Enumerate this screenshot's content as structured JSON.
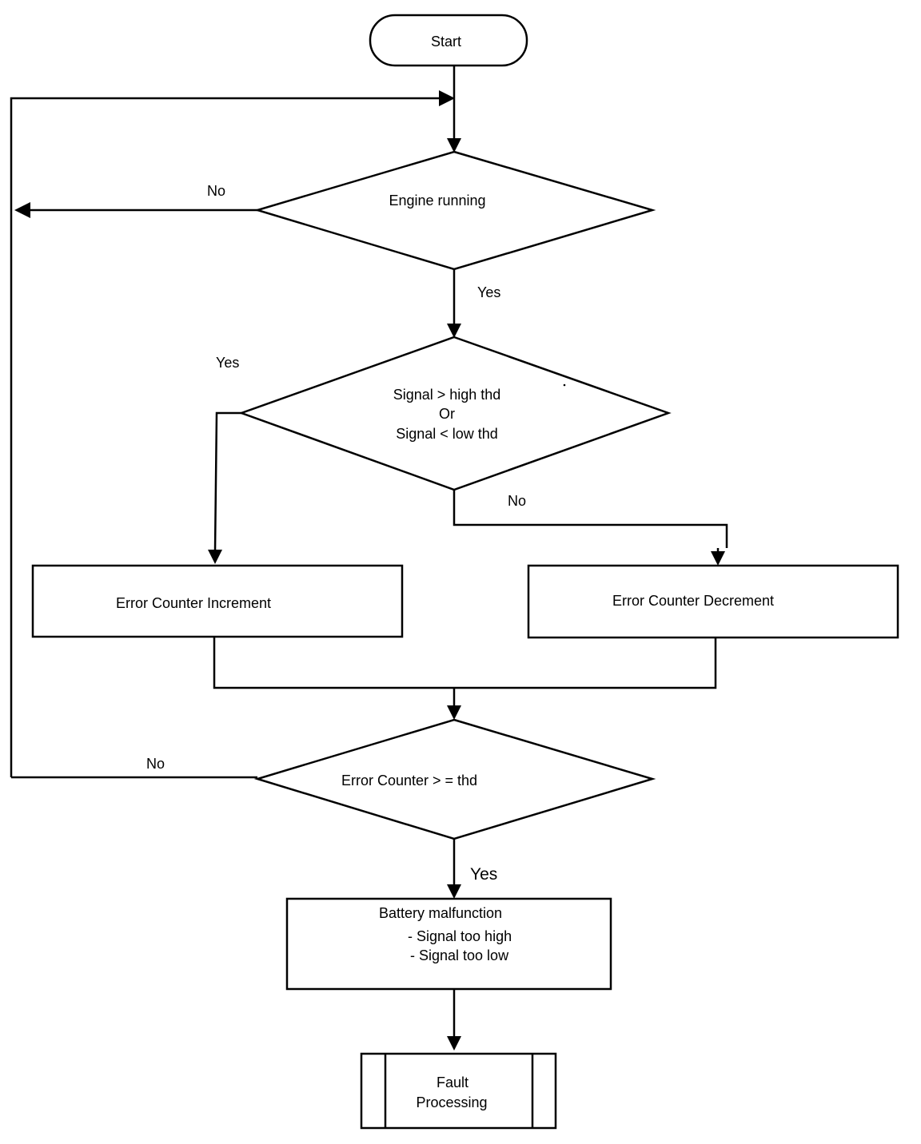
{
  "nodes": {
    "start": "Start",
    "engine_running": "Engine running",
    "signal_check": {
      "line1": "Signal > high thd",
      "line2": "Or",
      "line3": "Signal < low thd"
    },
    "error_inc": "Error Counter Increment",
    "error_dec": "Error Counter Decrement",
    "counter_check": "Error Counter > = thd",
    "battery": {
      "line1": "Battery malfunction",
      "line2": "- Signal too high",
      "line3": "-  Signal too low"
    },
    "fault": {
      "line1": "Fault",
      "line2": "Processing"
    }
  },
  "edges": {
    "engine_no": "No",
    "engine_yes": "Yes",
    "signal_yes": "Yes",
    "signal_no": "No",
    "counter_no": "No",
    "counter_yes": "Yes"
  },
  "colors": {
    "stroke": "#000000",
    "background": "#ffffff"
  }
}
